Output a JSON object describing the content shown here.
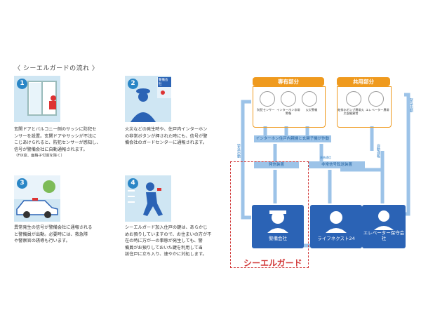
{
  "title": "〈 シーエルガードの流れ 〉",
  "steps": [
    {
      "num": "1",
      "text": [
        "玄関ドアとバルコニー側のサッシに防犯セ",
        "ンサーを設置。玄関ドアやサッシが不法に",
        "こじあけられると、防犯センサーが感知し、",
        "信号が警備会社に自動通報されます。"
      ],
      "note": "（FIX窓、面格子付窓を除く）"
    },
    {
      "num": "2",
      "badge": "警備会社",
      "text": [
        "火災などの発生時や、住戸内インターホン",
        "の非常ボタンが押された時にも、信号が警",
        "備会社のガードセンターに通報されます。"
      ]
    },
    {
      "num": "3",
      "text": [
        "異常発生の信号が警備会社に通報される",
        "と警備員が出動。必要時には、救急隊",
        "や警察官の誘導も行います。"
      ]
    },
    {
      "num": "4",
      "text": [
        "シーエルガード加入住戸の鍵は、あらかじ",
        "めお預りしていますので、お住まいの方が不",
        "在の時に万が一の事態が発生しても、警",
        "備員がお預りしておいた鍵を利用して当",
        "該住戸に立ち入り、速やかに対処します。"
      ]
    }
  ],
  "diagram": {
    "private_title": "専有部分",
    "common_title": "共用部分",
    "private_devices": [
      "防犯センサー",
      "インターホン非常警報",
      "火災警報"
    ],
    "common_devices": [
      "給排水ポンプ異常火災設備異常",
      "エレベーター異常"
    ],
    "bar1": "インターホン住戸内親機と玄関子機が作動",
    "bar2": "発信装置",
    "bar3": "非常信号転送装置",
    "small_note": "直結通信",
    "receivers": [
      "警備会社",
      "ライフネクスト24",
      "エレベーター保守会社"
    ],
    "side_labels": {
      "left": "緊急出動",
      "mid": "自動通報",
      "right": "緊急出動"
    },
    "brand": "シーエルガード"
  },
  "colors": {
    "orange": "#ef9a1e",
    "blue": "#3c86c8",
    "navy": "#2b63b5",
    "red": "#d23b3b",
    "light": "#cfe6f3"
  }
}
